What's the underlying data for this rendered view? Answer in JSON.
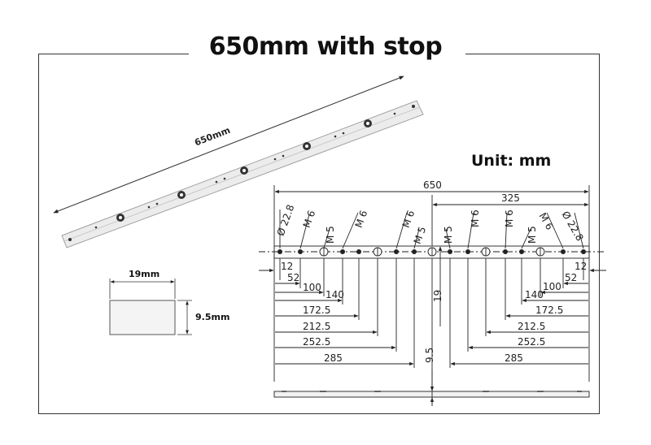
{
  "title": "650mm with stop",
  "unit_label": "Unit: mm",
  "photo": {
    "length_label": "650mm"
  },
  "cross_section": {
    "width_label": "19mm",
    "height_label": "9.5mm"
  },
  "drawing": {
    "overall": "650",
    "half": "325",
    "diam_left": "Ø 22.8",
    "diam_right": "Ø 22.8",
    "m6": "M 6",
    "m5": "M 5",
    "end_offset": "12",
    "offset_52": "52",
    "depth": "19",
    "thickness": "9.5",
    "left_dims": [
      "100",
      "140",
      "172.5",
      "212.5",
      "252.5",
      "285"
    ],
    "right_dims": [
      "140",
      "100",
      "172.5",
      "212.5",
      "252.5",
      "285"
    ]
  },
  "colors": {
    "line": "#222222",
    "bar": "#e6e6e6",
    "bar_edge": "#9a9a9a"
  }
}
